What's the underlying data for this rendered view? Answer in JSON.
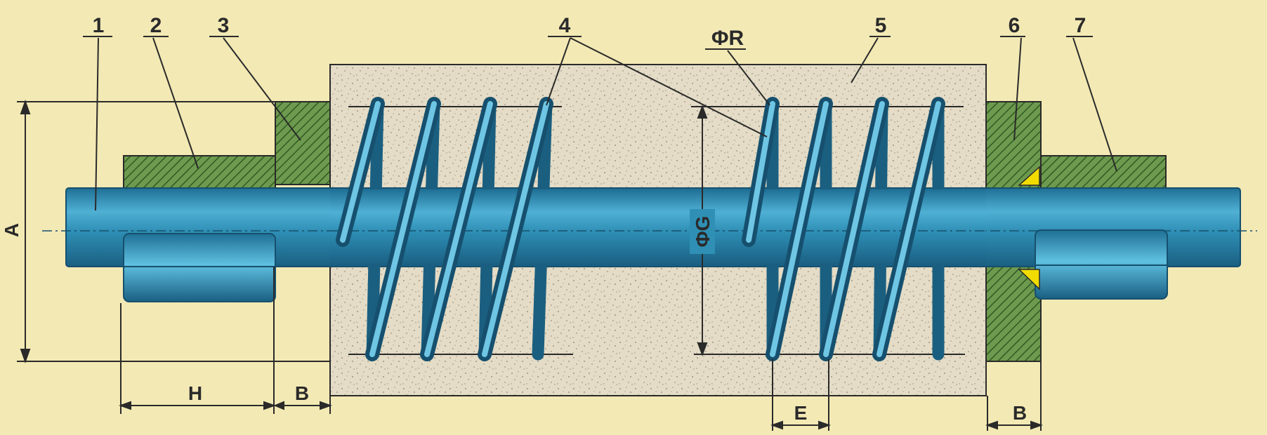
{
  "parts": [
    {
      "number": "1",
      "role": "shaft"
    },
    {
      "number": "2",
      "role": "left nut"
    },
    {
      "number": "3",
      "role": "left washer"
    },
    {
      "number": "4",
      "role": "spring"
    },
    {
      "number": "5",
      "role": "housing"
    },
    {
      "number": "6",
      "role": "right washer"
    },
    {
      "number": "7",
      "role": "right nut"
    }
  ],
  "dimensions": {
    "a": "A",
    "h": "H",
    "b_left": "B",
    "b_right": "B",
    "e": "E",
    "phi_g": "ΦG",
    "phi_r": "ΦR"
  },
  "colors": {
    "background": "#f3e9b4",
    "shaft": "#2f8fb5",
    "hatch": "#4e7d38",
    "housing": "#e4dcc6",
    "weld": "#f2dc00",
    "line": "#2a2a2a"
  }
}
